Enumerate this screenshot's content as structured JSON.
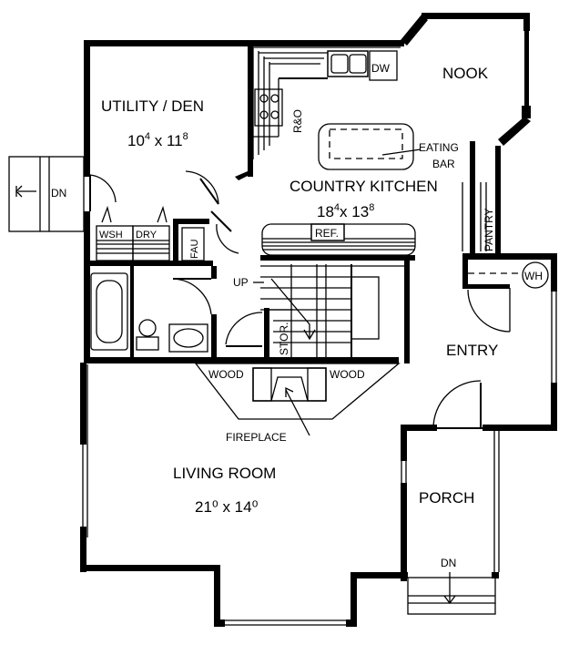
{
  "rooms": {
    "utility": {
      "name": "UTILITY / DEN",
      "size_main": "10",
      "size_sup1": "4",
      "size_x": " x 11",
      "size_sup2": "8"
    },
    "nook": {
      "name": "NOOK"
    },
    "kitchen": {
      "name": "COUNTRY KITCHEN",
      "size_main": "18",
      "size_sup1": "4",
      "size_x": "x 13",
      "size_sup2": "8"
    },
    "living": {
      "name": "LIVING ROOM",
      "size": "21⁰ x 14⁰"
    },
    "entry": {
      "name": "ENTRY"
    },
    "porch": {
      "name": "PORCH"
    }
  },
  "labels": {
    "dw": "DW",
    "r_and_o": "R&O",
    "eating_bar_1": "EATING",
    "eating_bar_2": "BAR",
    "pantry": "PANTRY",
    "wh": "WH",
    "ref": "REF.",
    "fau": "FAU",
    "wsh": "WSH",
    "dry": "DRY",
    "up": "UP",
    "stor": "STOR.",
    "wood_left": "WOOD",
    "wood_right": "WOOD",
    "fireplace": "FIREPLACE",
    "dn_left": "DN",
    "dn_porch": "DN"
  }
}
